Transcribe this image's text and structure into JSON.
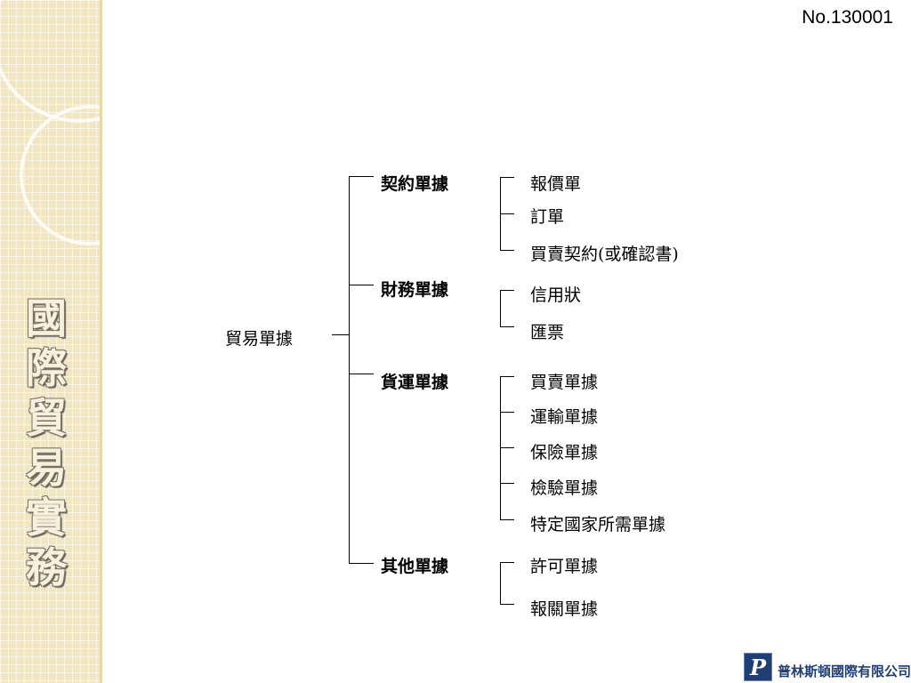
{
  "doc_number": "No.130001",
  "sidebar": {
    "title_chars": [
      "國",
      "際",
      "貿",
      "易",
      "實",
      "務"
    ]
  },
  "tree": {
    "root": "貿易單據",
    "groups": [
      {
        "label": "契約單據",
        "items": [
          "報價單",
          "訂單",
          "買賣契約(或確認書)"
        ]
      },
      {
        "label": "財務單據",
        "items": [
          "信用狀",
          "匯票"
        ]
      },
      {
        "label": "貨運單據",
        "items": [
          "買賣單據",
          "運輸單據",
          "保險單據",
          "檢驗單據",
          "特定國家所需單據"
        ]
      },
      {
        "label": "其他單據",
        "items": [
          "許可單據",
          "報關單據"
        ]
      }
    ]
  },
  "company": {
    "logo_letter": "P",
    "name": "普林斯頓國際有限公司",
    "brand_color": "#1f3e76"
  }
}
